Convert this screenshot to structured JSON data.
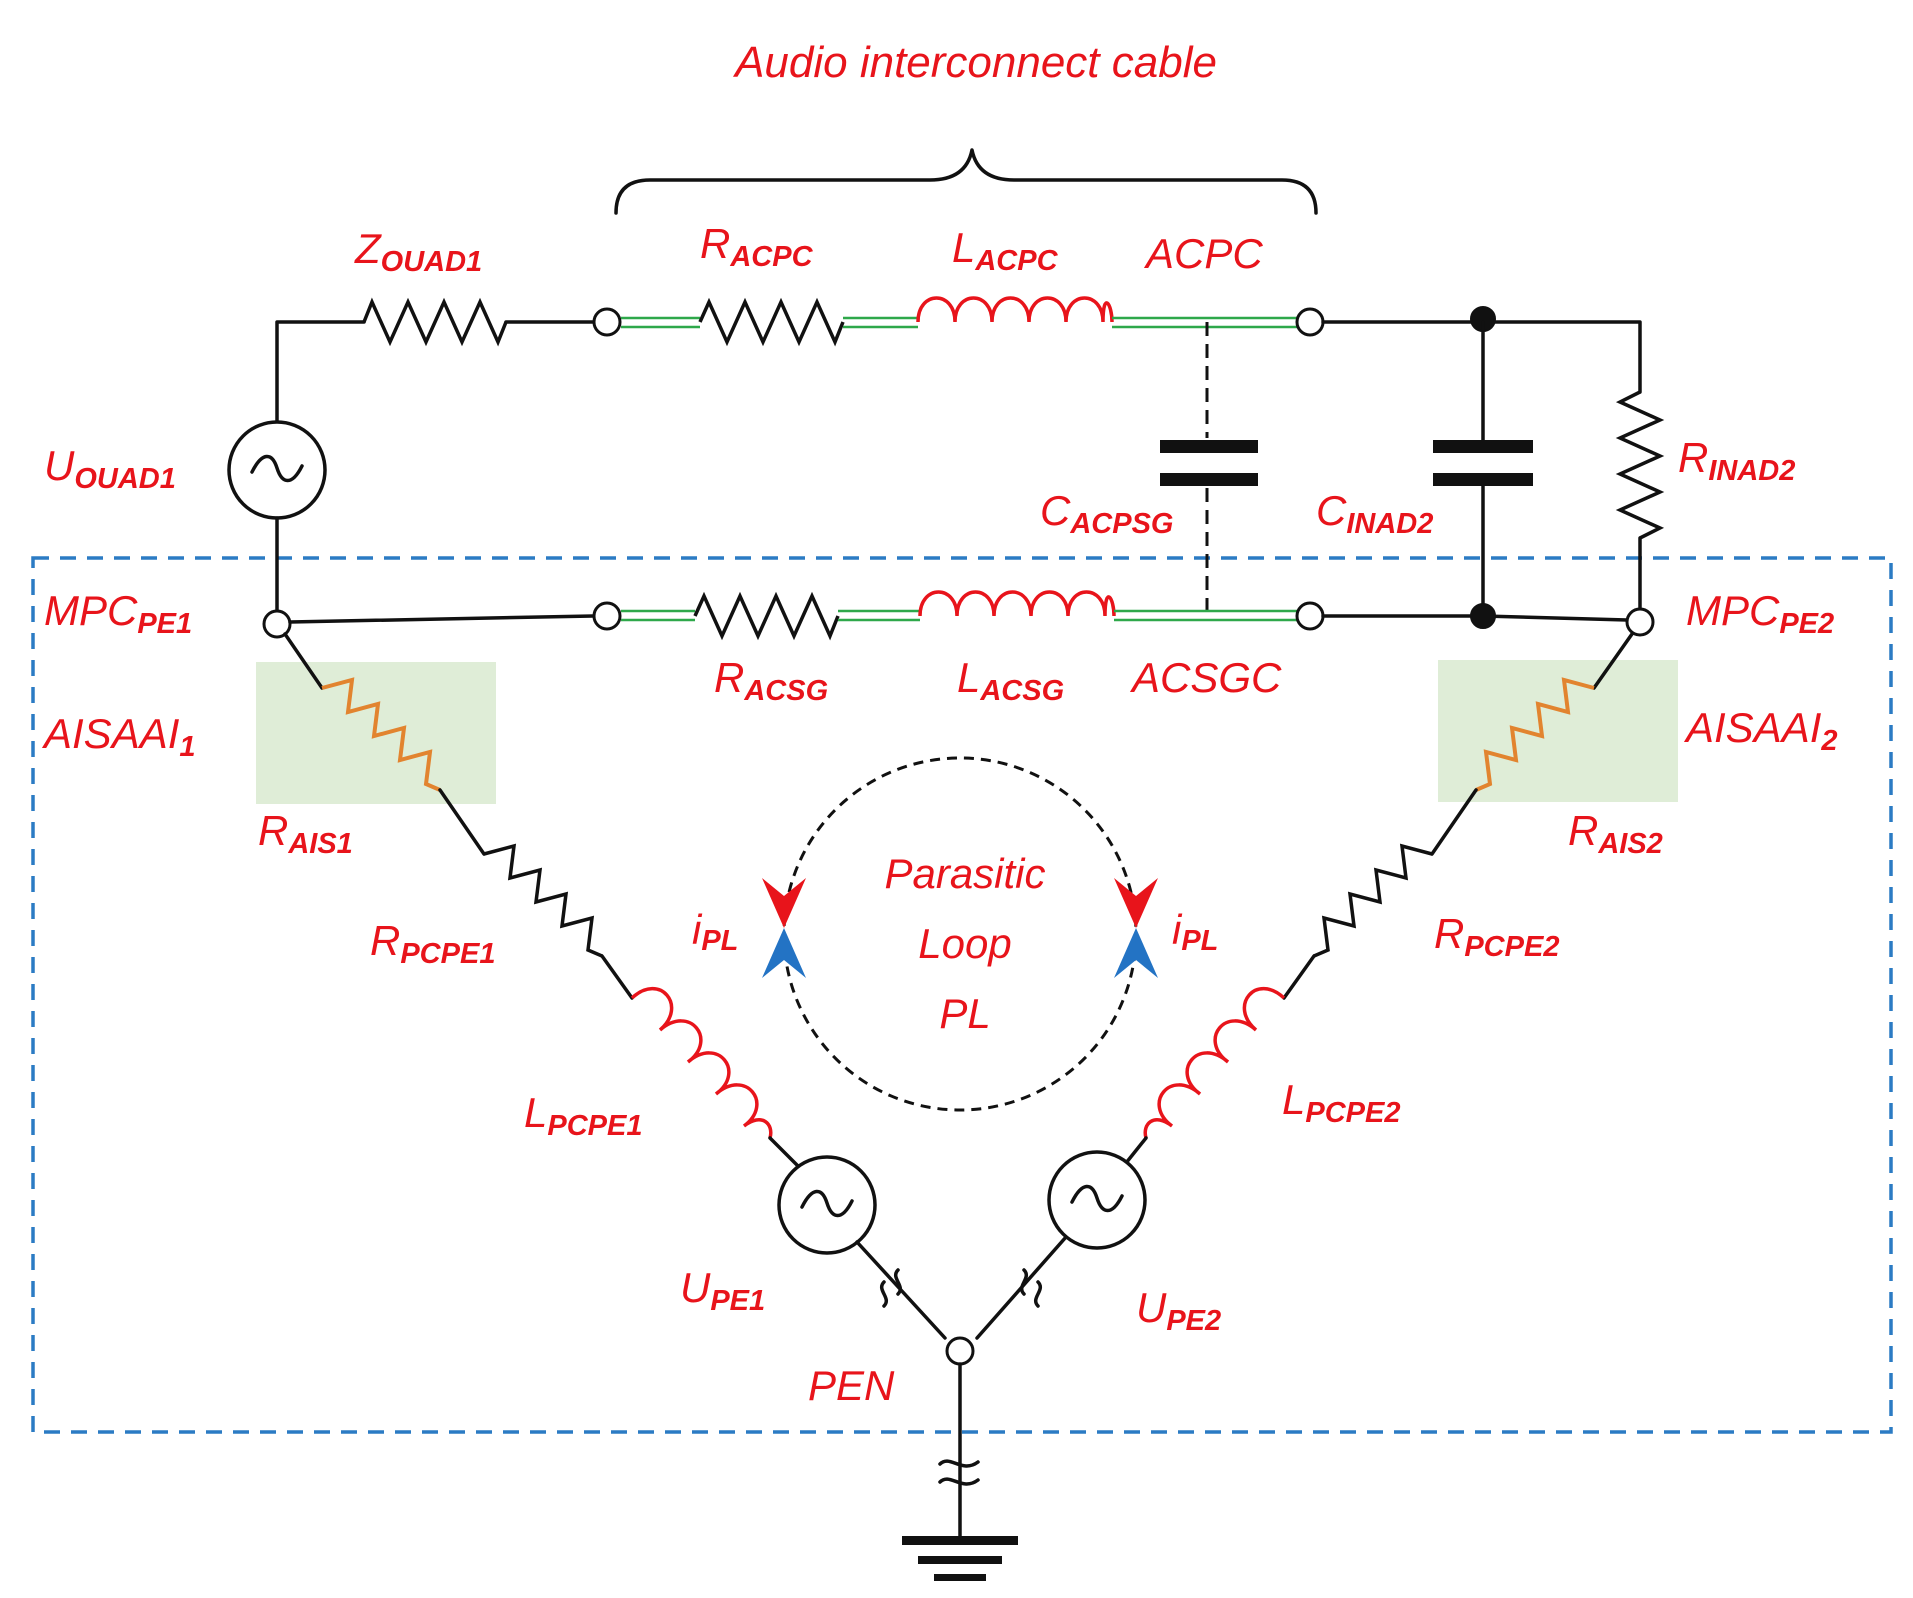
{
  "title": "Audio interconnect cable",
  "labels": {
    "z_ouad1": {
      "main": "Z",
      "sub": "OUAD1"
    },
    "r_acpc": {
      "main": "R",
      "sub": "ACPC"
    },
    "l_acpc": {
      "main": "L",
      "sub": "ACPC"
    },
    "acpc": {
      "main": "ACPC",
      "sub": ""
    },
    "u_ouad1": {
      "main": "U",
      "sub": "OUAD1"
    },
    "c_acpsg": {
      "main": "C",
      "sub": "ACPSG"
    },
    "c_inad2": {
      "main": "C",
      "sub": "INAD2"
    },
    "r_inad2": {
      "main": "R",
      "sub": "INAD2"
    },
    "mpc_pe1": {
      "main": "MPC",
      "sub": "PE1"
    },
    "mpc_pe2": {
      "main": "MPC",
      "sub": "PE2"
    },
    "r_acsg": {
      "main": "R",
      "sub": "ACSG"
    },
    "l_acsg": {
      "main": "L",
      "sub": "ACSG"
    },
    "acsgc": {
      "main": "ACSGC",
      "sub": ""
    },
    "aisaai1": {
      "main": "AISAAI",
      "sub": "1"
    },
    "aisaai2": {
      "main": "AISAAI",
      "sub": "2"
    },
    "r_ais1": {
      "main": "R",
      "sub": "AIS1"
    },
    "r_ais2": {
      "main": "R",
      "sub": "AIS2"
    },
    "r_pcpe1": {
      "main": "R",
      "sub": "PCPE1"
    },
    "r_pcpe2": {
      "main": "R",
      "sub": "PCPE2"
    },
    "l_pcpe1": {
      "main": "L",
      "sub": "PCPE1"
    },
    "l_pcpe2": {
      "main": "L",
      "sub": "PCPE2"
    },
    "u_pe1": {
      "main": "U",
      "sub": "PE1"
    },
    "u_pe2": {
      "main": "U",
      "sub": "PE2"
    },
    "i_pl_left": {
      "main": "i",
      "sub": "PL"
    },
    "i_pl_right": {
      "main": "i",
      "sub": "PL"
    },
    "pen": {
      "main": "PEN",
      "sub": ""
    }
  },
  "loop": {
    "line1": "Parasitic",
    "line2": "Loop",
    "line3": "PL"
  },
  "colors": {
    "label": "#e8141b",
    "wire": "#111111",
    "cable_conductor": "#2ea84a",
    "insulation_resistor": "#e2842f",
    "insulation_highlight": "#d9ead0",
    "boundary": "#2b7bc4",
    "arrow_red": "#e8141b",
    "arrow_blue": "#2373c4"
  }
}
